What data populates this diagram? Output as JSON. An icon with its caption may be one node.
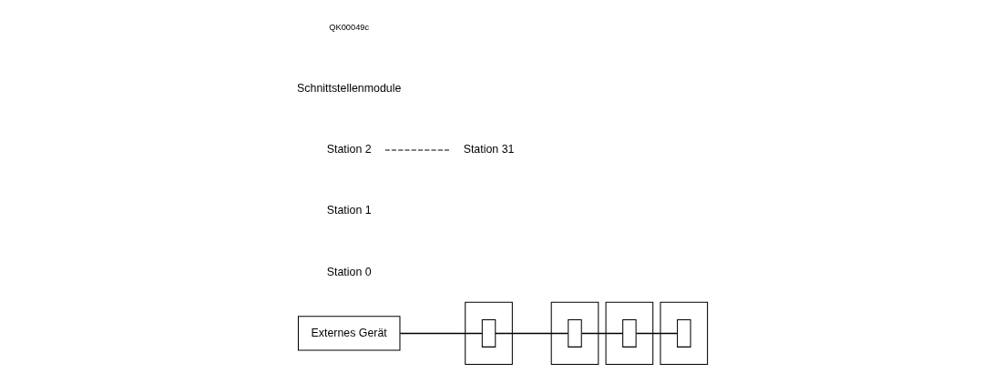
{
  "diagram": {
    "nodes": [
      {
        "text": [
          "Externes Gerät"
        ]
      },
      {
        "text": [],
        "shape": "box"
      },
      {
        "text": [],
        "shape": "box",
        "in": 1
      },
      {
        "text": [],
        "shape": "box"
      },
      {
        "text": [],
        "shape": "box",
        "in": 3
      },
      {
        "text": [],
        "shape": "box"
      },
      {
        "text": [],
        "shape": "box",
        "in": 5
      },
      {
        "text": [],
        "shape": "box"
      },
      {
        "text": [],
        "shape": "box",
        "in": 7
      },
      {
        "text": [
          "Station 0"
        ]
      },
      {
        "text": [
          "Station 1"
        ]
      },
      {
        "text": [
          "Station 2"
        ]
      },
      {
        "text": [
          "Station 31"
        ]
      }
    ],
    "edges": [
      {
        "from": 0,
        "to": 2,
        "arrow": "none"
      },
      {
        "from": 2,
        "to": 4,
        "arrow": "none"
      },
      {
        "from": 4,
        "to": 6,
        "arrow": "none"
      },
      {
        "from": 6,
        "to": 8,
        "arrow": "none"
      },
      {
        "from": 11,
        "to": 12,
        "arrow": "none",
        "style": "dashed"
      }
    ],
    "labels": [
      "Schnittstellenmodule",
      "QK00049c"
    ]
  }
}
